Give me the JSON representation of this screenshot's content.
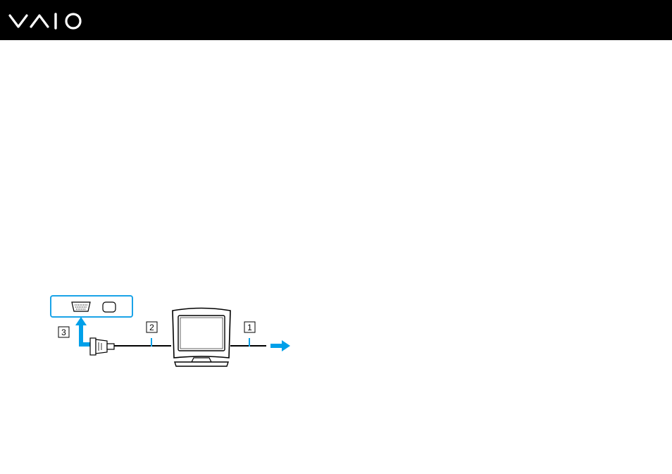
{
  "header": {
    "logo_text": "VAIO"
  },
  "diagram": {
    "callouts": [
      {
        "label": "1"
      },
      {
        "label": "2"
      },
      {
        "label": "3"
      }
    ],
    "colors": {
      "accent_arrow": "#00a0e9",
      "panel_outline": "#1aa3e8",
      "line": "#000000",
      "monitor_fill": "#ffffff"
    }
  }
}
